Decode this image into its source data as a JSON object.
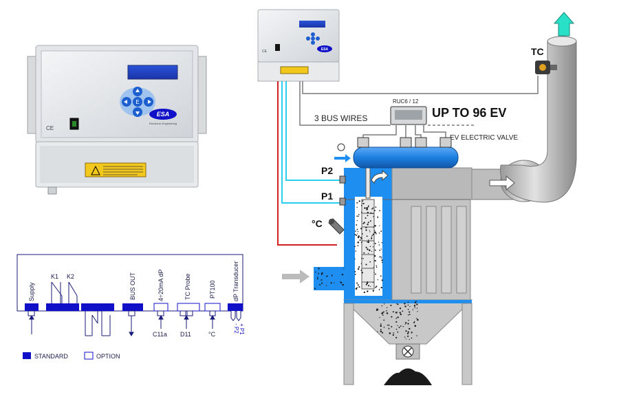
{
  "controller_large": {
    "brand_label": "ESA",
    "brand_sub": "Electronic Engineering",
    "keypad_center": "E",
    "ce_mark": "CE"
  },
  "controller_small": {
    "brand_label": "ESA",
    "ce_mark": "CE"
  },
  "wiring": {
    "terminals": [
      {
        "label": "Supply"
      },
      {
        "label": "K1"
      },
      {
        "label": "K2"
      },
      {
        "label": "BUS OUT"
      },
      {
        "label": "4÷20mA dP"
      },
      {
        "label": "TC Probe"
      },
      {
        "label": "PT100"
      },
      {
        "label": "dP Transducer"
      }
    ],
    "bottom_labels": {
      "c11a": "C11a",
      "d11": "D11",
      "deg_c": "°C",
      "p2": "- P2",
      "p1": "+ P1"
    },
    "legend": {
      "standard": "STANDARD",
      "option": "OPTION",
      "standard_color": "#1010c8",
      "option_color": "#ffffff"
    }
  },
  "plant": {
    "tc_label": "TC",
    "ruc_label": "RUC6 / 12",
    "headline": "UP TO 96 EV",
    "bus_wires_label": "3 BUS WIRES",
    "ev_label": "EV ELECTRIC VALVE",
    "p2_label": "P2",
    "p1_label": "P1",
    "temp_label": "°C",
    "colors": {
      "red_wire": "#d42020",
      "cyan_wire": "#28d0f0",
      "tank_blue": "#1e8ff0",
      "body_grey": "#b9b9b9",
      "hopper_grey": "#c8c8c8",
      "brand_blue": "#1010c8"
    }
  }
}
